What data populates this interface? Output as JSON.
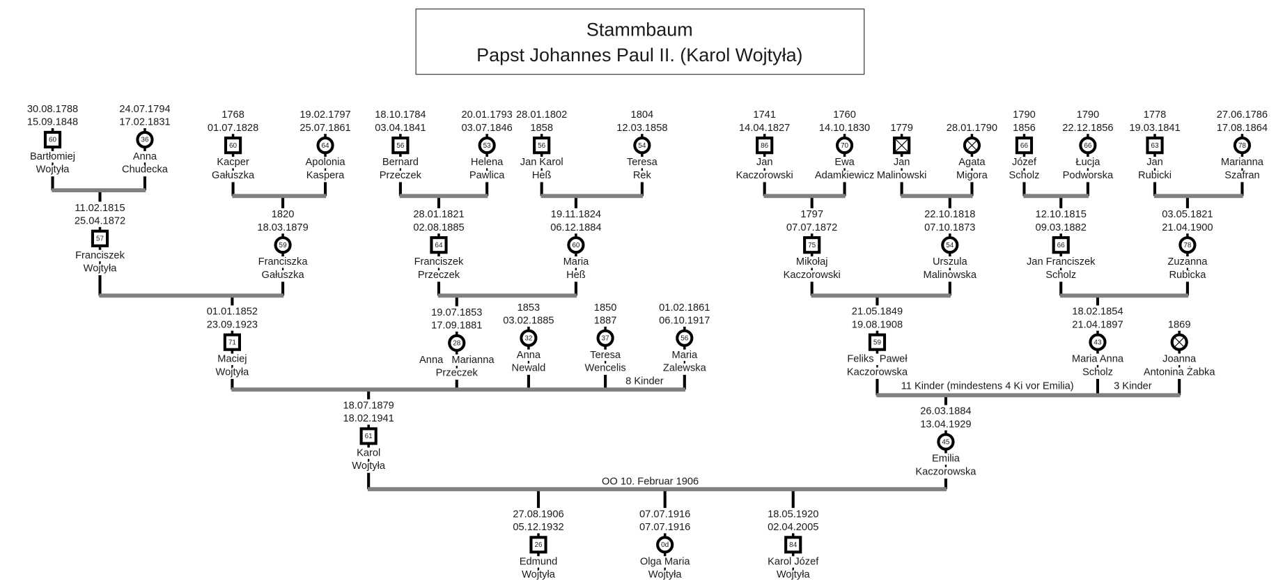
{
  "title": {
    "line1": "Stammbaum",
    "line2": "Papst Johannes Paul II. (Karol Wojtyła)"
  },
  "persons": [
    {
      "id": "p1",
      "symbol": "square",
      "age": "60",
      "dates": [
        "30.08.1788",
        "15.09.1848"
      ],
      "name": [
        "Bartłomiej",
        "Wojtyła"
      ]
    },
    {
      "id": "p2",
      "symbol": "circle",
      "age": "36",
      "dates": [
        "24.07.1794",
        "17.02.1831"
      ],
      "name": [
        "Anna",
        "Chudecka"
      ]
    },
    {
      "id": "p3",
      "symbol": "square",
      "age": "60",
      "dates": [
        "1768",
        "01.07.1828"
      ],
      "name": [
        "Kacper",
        "Gałuszka"
      ]
    },
    {
      "id": "p4",
      "symbol": "circle",
      "age": "64",
      "dates": [
        "19.02.1797",
        "25.07.1861"
      ],
      "name": [
        "Apolonia",
        "Kaspera"
      ]
    },
    {
      "id": "p5",
      "symbol": "square",
      "age": "56",
      "dates": [
        "18.10.1784",
        "03.04.1841"
      ],
      "name": [
        "Bernard",
        "Przeczek"
      ]
    },
    {
      "id": "p6",
      "symbol": "circle",
      "age": "53",
      "dates": [
        "20.01.1793",
        "03.07.1846"
      ],
      "name": [
        "Helena",
        "Pawlica"
      ]
    },
    {
      "id": "p7",
      "symbol": "square",
      "age": "56",
      "dates": [
        "28.01.1802",
        "1858"
      ],
      "name": [
        "Jan Karol",
        "Heß"
      ]
    },
    {
      "id": "p8",
      "symbol": "circle",
      "age": "54",
      "dates": [
        "1804",
        "12.03.1858"
      ],
      "name": [
        "Teresa",
        "Rek"
      ]
    },
    {
      "id": "p9",
      "symbol": "square",
      "age": "86",
      "dates": [
        "1741",
        "14.04.1827"
      ],
      "name": [
        "Jan",
        "Kaczorowski"
      ]
    },
    {
      "id": "p10",
      "symbol": "circle",
      "age": "70",
      "dates": [
        "1760",
        "14.10.1830"
      ],
      "name": [
        "Ewa",
        "Adamkiewicz"
      ]
    },
    {
      "id": "p11",
      "symbol": "square",
      "age": null,
      "dates": [
        "",
        "1779"
      ],
      "name": [
        "Jan",
        "Malinowski"
      ]
    },
    {
      "id": "p12",
      "symbol": "circle",
      "age": null,
      "dates": [
        "",
        "28.01.1790"
      ],
      "name": [
        "Agata",
        "Migora"
      ]
    },
    {
      "id": "p13",
      "symbol": "square",
      "age": "66",
      "dates": [
        "1790",
        "1856"
      ],
      "name": [
        "Józef",
        "Scholz"
      ]
    },
    {
      "id": "p14",
      "symbol": "circle",
      "age": "66",
      "dates": [
        "1790",
        "22.12.1856"
      ],
      "name": [
        "Łucja",
        "Podworska"
      ]
    },
    {
      "id": "p15",
      "symbol": "square",
      "age": "63",
      "dates": [
        "1778",
        "19.03.1841"
      ],
      "name": [
        "Jan",
        "Rubicki"
      ]
    },
    {
      "id": "p16",
      "symbol": "circle",
      "age": "78",
      "dates": [
        "27.06.1786",
        "17.08.1864"
      ],
      "name": [
        "Marianna",
        "Szafran"
      ]
    },
    {
      "id": "p17",
      "symbol": "square",
      "age": "57",
      "dates": [
        "11.02.1815",
        "25.04.1872"
      ],
      "name": [
        "Franciszek",
        "Wojtyła"
      ]
    },
    {
      "id": "p18",
      "symbol": "circle",
      "age": "59",
      "dates": [
        "1820",
        "18.03.1879"
      ],
      "name": [
        "Franciszka",
        "Gałuszka"
      ]
    },
    {
      "id": "p19",
      "symbol": "square",
      "age": "64",
      "dates": [
        "28.01.1821",
        "02.08.1885"
      ],
      "name": [
        "Franciszek",
        "Przeczek"
      ]
    },
    {
      "id": "p20",
      "symbol": "circle",
      "age": "60",
      "dates": [
        "19.11.1824",
        "06.12.1884"
      ],
      "name": [
        "Maria",
        "Heß"
      ]
    },
    {
      "id": "p21",
      "symbol": "square",
      "age": "75",
      "dates": [
        "1797",
        "07.07.1872"
      ],
      "name": [
        "Mikołaj",
        "Kaczorowski"
      ]
    },
    {
      "id": "p22",
      "symbol": "circle",
      "age": "54",
      "dates": [
        "22.10.1818",
        "07.10.1873"
      ],
      "name": [
        "Urszula",
        "Malinowska"
      ]
    },
    {
      "id": "p23",
      "symbol": "square",
      "age": "66",
      "dates": [
        "12.10.1815",
        "09.03.1882"
      ],
      "name": [
        "Jan Franciszek",
        "Scholz"
      ]
    },
    {
      "id": "p24",
      "symbol": "circle",
      "age": "78",
      "dates": [
        "03.05.1821",
        "21.04.1900"
      ],
      "name": [
        "Zuzanna",
        "Rubicka"
      ]
    },
    {
      "id": "p25",
      "symbol": "square",
      "age": "71",
      "dates": [
        "01.01.1852",
        "23.09.1923"
      ],
      "name": [
        "Maciej",
        "Wojtyła"
      ]
    },
    {
      "id": "p26",
      "symbol": "circle",
      "age": "28",
      "dates": [
        "19.07.1853",
        "17.09.1881"
      ],
      "name": [
        "Anna   Marianna",
        "Przeczek"
      ]
    },
    {
      "id": "p27",
      "symbol": "circle",
      "age": "32",
      "dates": [
        "1853",
        "03.02.1885"
      ],
      "name": [
        "Anna",
        "Newald"
      ]
    },
    {
      "id": "p28",
      "symbol": "circle",
      "age": "37",
      "dates": [
        "1850",
        "1887"
      ],
      "name": [
        "Teresa",
        "Wencelis"
      ]
    },
    {
      "id": "p29",
      "symbol": "circle",
      "age": "56",
      "dates": [
        "01.02.1861",
        "06.10.1917"
      ],
      "name": [
        "Maria",
        "Zalewska"
      ]
    },
    {
      "id": "p30",
      "symbol": "square",
      "age": "59",
      "dates": [
        "21.05.1849",
        "19.08.1908"
      ],
      "name": [
        "Feliks  Paweł",
        "Kaczorowska"
      ]
    },
    {
      "id": "p31",
      "symbol": "circle",
      "age": "43",
      "dates": [
        "18.02.1854",
        "21.04.1897"
      ],
      "name": [
        "Maria Anna",
        "Scholz"
      ]
    },
    {
      "id": "p32",
      "symbol": "circle",
      "age": null,
      "dates": [
        "",
        "1869"
      ],
      "name": [
        "Joanna",
        "Antonina Żabka"
      ]
    },
    {
      "id": "p33",
      "symbol": "square",
      "age": "61",
      "dates": [
        "18.07.1879",
        "18.02.1941"
      ],
      "name": [
        "Karol",
        "Wojtyła"
      ]
    },
    {
      "id": "p34",
      "symbol": "circle",
      "age": "45",
      "dates": [
        "26.03.1884",
        "13.04.1929"
      ],
      "name": [
        "Emilia",
        "Kaczorowska"
      ]
    },
    {
      "id": "p35",
      "symbol": "square",
      "age": "26",
      "dates": [
        "27.08.1906",
        "05.12.1932"
      ],
      "name": [
        "Edmund",
        "Wojtyła"
      ]
    },
    {
      "id": "p36",
      "symbol": "circle",
      "age": "0d",
      "dates": [
        "07.07.1916",
        "07.07.1916"
      ],
      "name": [
        "Olga Maria",
        "Wojtyła"
      ]
    },
    {
      "id": "p37",
      "symbol": "square",
      "age": "84",
      "dates": [
        "18.05.1920",
        "02.04.2005"
      ],
      "name": [
        "Karol Józef",
        "Wojtyła"
      ]
    }
  ],
  "labels": {
    "maciej_children": "8 Kinder",
    "feliks_children": "11 Kinder (mindestens 4 Ki vor Emilia)",
    "maria_anna_children": "3 Kinder",
    "marriage": "OO 10. Februar 1906"
  },
  "colors": {
    "line": "#000000",
    "bar": "#808080",
    "text": "#1a1a1a"
  }
}
